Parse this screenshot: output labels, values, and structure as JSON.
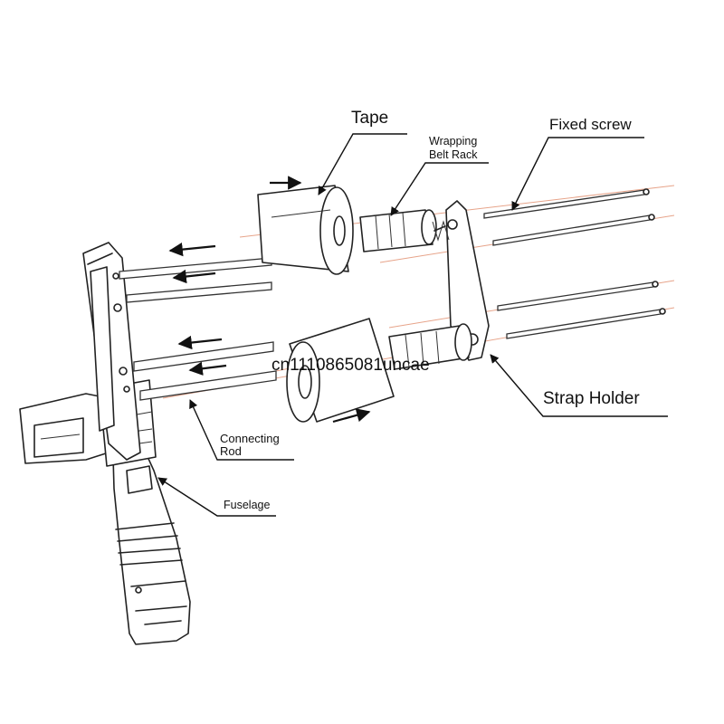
{
  "labels": {
    "tape": "Tape",
    "wrapping_belt_rack_1": "Wrapping",
    "wrapping_belt_rack_2": "Belt Rack",
    "fixed_screw": "Fixed screw",
    "strap_holder": "Strap Holder",
    "connecting_rod_1": "Connecting",
    "connecting_rod_2": "Rod",
    "fuselage": "Fuselage"
  },
  "watermark": "cn1110865081uncae",
  "colors": {
    "ink": "#222222",
    "guide_line": "#e7a48a",
    "background": "#ffffff"
  }
}
